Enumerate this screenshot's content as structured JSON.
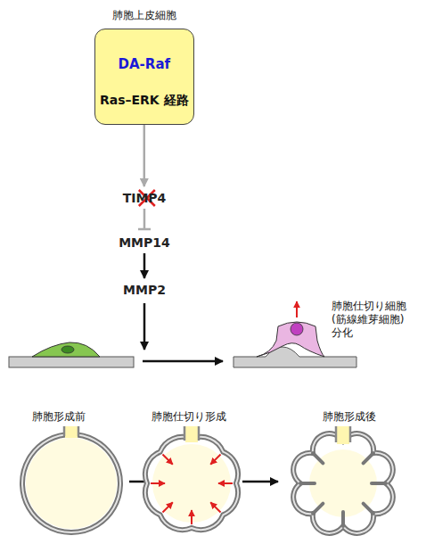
{
  "diagram": {
    "nodes": [
      {
        "text": [
          "肺胞上皮細胞"
        ]
      },
      {
        "text": [
          "DA-Raf"
        ],
        "in": 0
      },
      {
        "text": [
          "Ras–ERK 経路"
        ],
        "in": 0
      },
      {
        "text": [
          "TIMP4"
        ]
      },
      {
        "text": [
          "MMP14"
        ]
      },
      {
        "text": [
          "MMP2"
        ]
      }
    ],
    "edges": [
      {
        "from": 1,
        "to": 2,
        "arrow": "to"
      },
      {
        "from": 2,
        "to": 3,
        "arrow": "to"
      },
      {
        "from": 3,
        "to": 4,
        "arrow": "to"
      },
      {
        "from": 4,
        "to": 5,
        "arrow": "to"
      }
    ],
    "labels": [
      "肺胞仕切り細胞 (筋線維芽細胞) 分化",
      "肺胞形成前",
      "肺胞仕切り形成",
      "肺胞形成後"
    ]
  }
}
